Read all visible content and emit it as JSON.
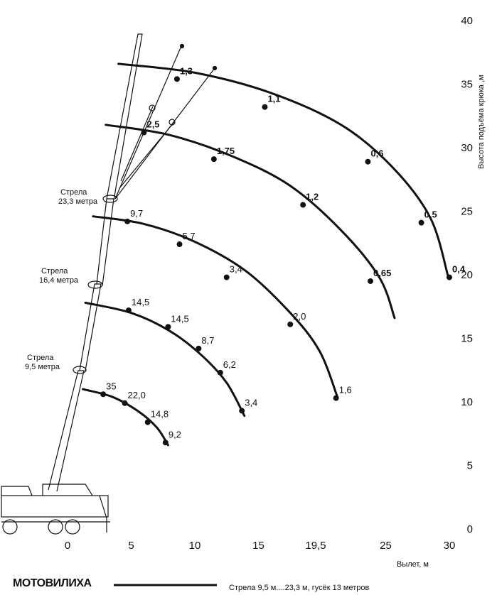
{
  "chart_data": {
    "type": "line",
    "xlabel": "Вылет, м",
    "ylabel": "Высота подъёма крюка ,м",
    "x_ticks": [
      "0",
      "5",
      "10",
      "15",
      "19,5",
      "25",
      "30"
    ],
    "y_ticks": [
      "0",
      "5",
      "10",
      "15",
      "20",
      "25",
      "30",
      "35",
      "40"
    ],
    "xlim": [
      -5,
      31
    ],
    "ylim": [
      0,
      41
    ],
    "brand": "МОТОВИЛИХА",
    "legend": "Стрела 9,5 м....23,3 м, гусёк 13 метров",
    "boom_labels": [
      {
        "line1": "Стрела",
        "line2": "23,3 метра"
      },
      {
        "line1": "Стрела",
        "line2": "16,4 метра"
      },
      {
        "line1": "Стрела",
        "line2": "9,5 метра"
      }
    ],
    "series": [
      {
        "curve": [
          [
            1.2,
            11.0
          ],
          [
            3.5,
            10.4
          ],
          [
            5.5,
            9.3
          ],
          [
            7.0,
            8.0
          ],
          [
            7.9,
            6.6
          ]
        ],
        "points": [
          {
            "x": 2.8,
            "y": 10.6,
            "label": "35"
          },
          {
            "x": 4.5,
            "y": 9.9,
            "label": "22,0"
          },
          {
            "x": 6.3,
            "y": 8.4,
            "label": "14,8"
          },
          {
            "x": 7.7,
            "y": 6.8,
            "label": "9,2"
          }
        ],
        "bold": false
      },
      {
        "curve": [
          [
            1.4,
            17.8
          ],
          [
            5.0,
            17.0
          ],
          [
            8.0,
            15.6
          ],
          [
            10.5,
            13.7
          ],
          [
            12.5,
            11.5
          ],
          [
            13.9,
            8.9
          ]
        ],
        "points": [
          {
            "x": 4.8,
            "y": 17.2,
            "label": "14,5"
          },
          {
            "x": 7.9,
            "y": 15.9,
            "label": "14,5"
          },
          {
            "x": 10.3,
            "y": 14.2,
            "label": "8,7"
          },
          {
            "x": 12.0,
            "y": 12.3,
            "label": "6,2"
          },
          {
            "x": 13.7,
            "y": 9.3,
            "label": "3,4"
          }
        ],
        "bold": false
      },
      {
        "curve": [
          [
            2.0,
            24.6
          ],
          [
            6.0,
            24.0
          ],
          [
            10.0,
            22.6
          ],
          [
            14.0,
            20.3
          ],
          [
            17.5,
            17.0
          ],
          [
            19.8,
            14.0
          ],
          [
            21.2,
            10.4
          ]
        ],
        "points": [
          {
            "x": 4.7,
            "y": 24.2,
            "label": "9,7"
          },
          {
            "x": 8.8,
            "y": 22.4,
            "label": "5,7"
          },
          {
            "x": 12.5,
            "y": 19.8,
            "label": "3,4"
          },
          {
            "x": 17.5,
            "y": 16.1,
            "label": "2,0"
          },
          {
            "x": 21.1,
            "y": 10.3,
            "label": "1,6"
          }
        ],
        "bold": false
      },
      {
        "curve": [
          [
            3.0,
            31.8
          ],
          [
            8.0,
            31.0
          ],
          [
            13.0,
            29.3
          ],
          [
            17.5,
            27.0
          ],
          [
            21.5,
            23.5
          ],
          [
            24.5,
            19.8
          ],
          [
            25.7,
            16.6
          ]
        ],
        "points": [
          {
            "x": 6.0,
            "y": 31.2,
            "label": "2,5"
          },
          {
            "x": 11.5,
            "y": 29.1,
            "label": "1,75"
          },
          {
            "x": 18.5,
            "y": 25.5,
            "label": "1,2"
          },
          {
            "x": 23.8,
            "y": 19.5,
            "label": "0,65"
          }
        ],
        "bold": true
      },
      {
        "curve": [
          [
            4.0,
            36.6
          ],
          [
            10.0,
            35.9
          ],
          [
            16.0,
            34.3
          ],
          [
            21.5,
            31.8
          ],
          [
            25.5,
            28.5
          ],
          [
            28.5,
            24.5
          ],
          [
            29.9,
            19.9
          ]
        ],
        "points": [
          {
            "x": 8.6,
            "y": 35.4,
            "label": "1,3"
          },
          {
            "x": 15.5,
            "y": 33.2,
            "label": "1,1"
          },
          {
            "x": 23.6,
            "y": 28.9,
            "label": "0,6"
          },
          {
            "x": 27.8,
            "y": 24.1,
            "label": "0,5"
          },
          {
            "x": 30.0,
            "y": 19.8,
            "label": "0,4"
          }
        ],
        "bold": true
      }
    ]
  }
}
